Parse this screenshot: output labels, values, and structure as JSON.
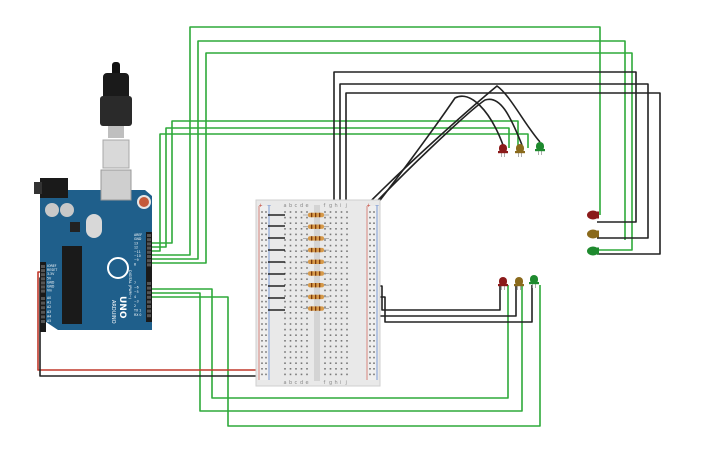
{
  "diagram": {
    "board": {
      "name_label": "UNO",
      "brand_label": "ARDUINO",
      "digital_label": "DIGITAL (PWM~)",
      "analog_label": "ANALOG IN",
      "power_label": "POWER",
      "top_pins": [
        "AREF",
        "GND",
        "13",
        "12",
        "~11",
        "~10",
        "~9",
        "8"
      ],
      "bottom_pins": [
        "7",
        "~6",
        "~5",
        "4",
        "~3",
        "2",
        "TX 1",
        "RX 0"
      ],
      "analog_pins": [
        "A0",
        "A1",
        "A2",
        "A3",
        "A4",
        "A5"
      ],
      "power_pins": [
        "IOREF",
        "RESET",
        "3.3V",
        "5V",
        "GND",
        "GND",
        "Vin"
      ]
    },
    "breadboard": {
      "col_letters_left": [
        "a",
        "b",
        "c",
        "d",
        "e"
      ],
      "col_letters_right": [
        "f",
        "g",
        "h",
        "i",
        "j"
      ],
      "rail_plus": "+",
      "rail_minus": "−"
    },
    "colors": {
      "wire_green": "#2eaa3a",
      "wire_black": "#222222",
      "wire_red": "#c0392b",
      "board_blue": "#1f5f8b",
      "led_red": "#8b1a1a",
      "led_yellow": "#8a6a1c",
      "led_green": "#1e8a2e",
      "resistor": "#d79a4a"
    },
    "components": {
      "leds": [
        {
          "group": "top",
          "color": "red"
        },
        {
          "group": "top",
          "color": "yellow"
        },
        {
          "group": "top",
          "color": "green"
        },
        {
          "group": "right",
          "color": "red"
        },
        {
          "group": "right",
          "color": "yellow"
        },
        {
          "group": "right",
          "color": "green"
        },
        {
          "group": "middle",
          "color": "red"
        },
        {
          "group": "middle",
          "color": "yellow"
        },
        {
          "group": "middle",
          "color": "green"
        }
      ],
      "resistor_count": 9
    }
  }
}
